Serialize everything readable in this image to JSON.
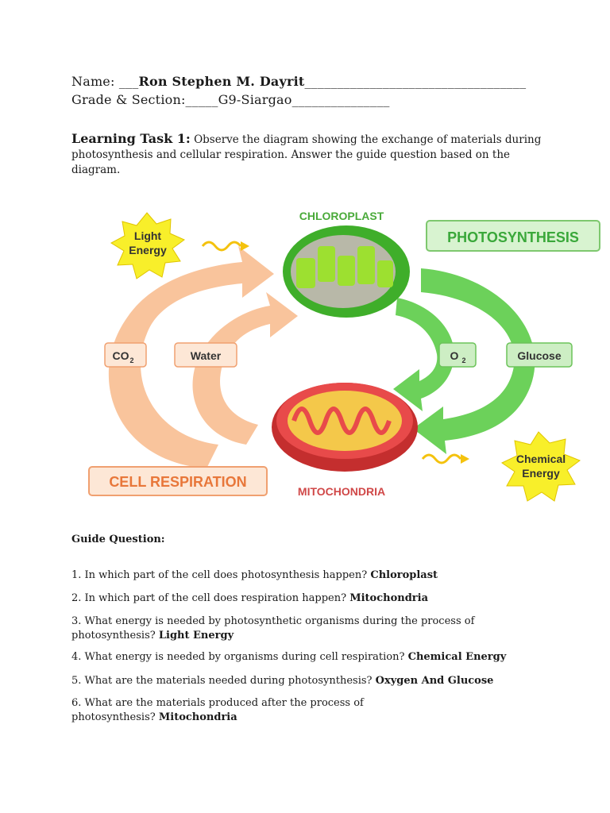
{
  "header": {
    "name_label": "Name: ___",
    "name_value": "Ron Stephen M. Dayrit",
    "name_line": "__________________________________",
    "grade_label": "Grade & Section:_____",
    "grade_value": "G9-Siargao",
    "grade_line": "_______________"
  },
  "task": {
    "title": "Learning Task 1:",
    "text": " Observe the diagram showing the exchange of materials during photosynthesis and cellular respiration. Answer the guide question based on the diagram."
  },
  "diagram": {
    "chloroplast": "CHLOROPLAST",
    "photosynthesis": "PHOTOSYNTHESIS",
    "light_energy_1": "Light",
    "light_energy_2": "Energy",
    "co2": "CO",
    "co2_sub": "2",
    "water": "Water",
    "o2": "O",
    "o2_sub": "2",
    "glucose": "Glucose",
    "cell_respiration": "CELL RESPIRATION",
    "mitochondria": "MITOCHONDRIA",
    "chemical_energy_1": "Chemical",
    "chemical_energy_2": "Energy",
    "colors": {
      "green_arrow": "#6cd15a",
      "orange_arrow": "#f9c49c",
      "star": "#f8ef2a",
      "chloroplast": "#3fae2a",
      "mitochondria": "#e03a3a"
    }
  },
  "guide": {
    "title": "Guide Question:",
    "questions": [
      {
        "q": "1. In which part of the cell does photosynthesis happen? ",
        "a": "Chloroplast"
      },
      {
        "q": "2. In which part of the cell does respiration happen? ",
        "a": "Mitochondria"
      },
      {
        "q": "3. What energy is needed by photosynthetic organisms during the process of photosynthesis? ",
        "a": "Light Energy"
      },
      {
        "q": "4. What energy is needed by organisms during cell respiration? ",
        "a": "Chemical Energy"
      },
      {
        "q": "5. What are the materials needed during photosynthesis? ",
        "a": "Oxygen And Glucose"
      },
      {
        "q": "6. What are the materials produced after the process of photosynthesis? ",
        "a": "Mitochondria"
      }
    ]
  }
}
